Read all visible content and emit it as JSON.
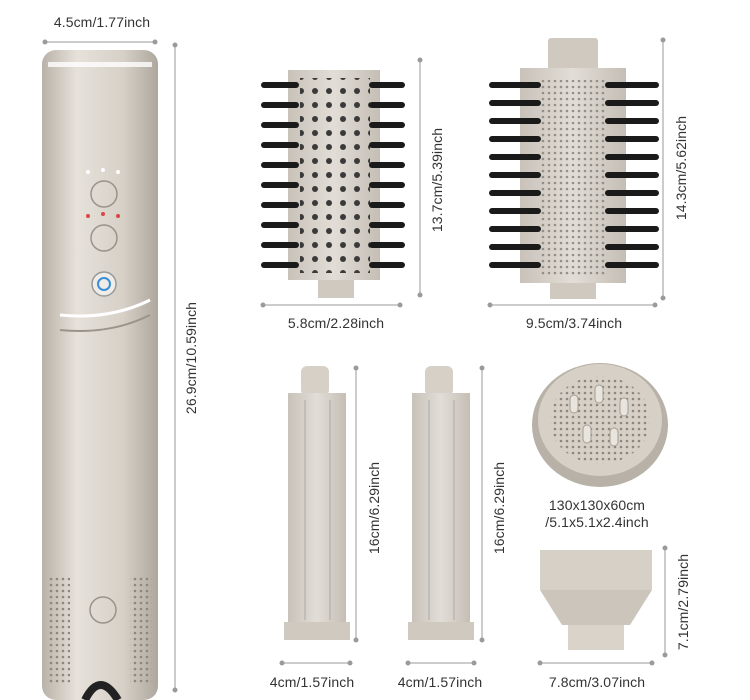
{
  "dimensions": {
    "handle_width": "4.5cm/1.77inch",
    "handle_length": "26.9cm/10.59inch",
    "small_brush_height": "13.7cm/5.39inch",
    "small_brush_width": "5.8cm/2.28inch",
    "large_brush_height": "14.3cm/5.62inch",
    "large_brush_width": "9.5cm/3.74inch",
    "curler_left_length": "16cm/6.29inch",
    "curler_left_width": "4cm/1.57inch",
    "curler_right_length": "16cm/6.29inch",
    "curler_right_width": "4cm/1.57inch",
    "diffuser_size_line1": "130x130x60cm",
    "diffuser_size_line2": "/5.1x5.1x2.4inch",
    "nozzle_height": "7.1cm/2.79inch",
    "nozzle_width": "7.8cm/3.07inch"
  },
  "colors": {
    "body": "#d8d2c9",
    "line": "#9a9a9a",
    "bristle": "#1a1a1a",
    "accent": "#3a8fd8"
  }
}
